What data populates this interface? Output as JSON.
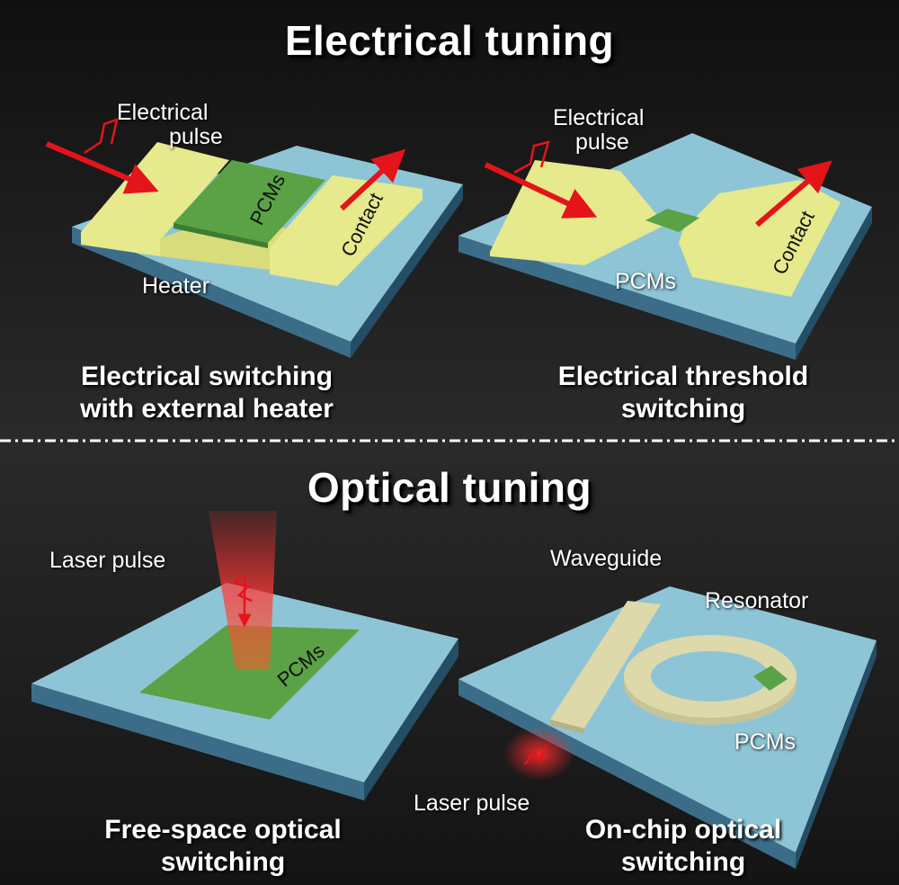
{
  "sections": {
    "electrical_title": "Electrical tuning",
    "optical_title": "Optical tuning"
  },
  "panels": {
    "heater": {
      "pulse_label_line1": "Electrical",
      "pulse_label_line2": "pulse",
      "pcm_label": "PCMs",
      "contact_label": "Contact",
      "heater_label": "Heater",
      "caption_line1": "Electrical switching",
      "caption_line2": "with external heater"
    },
    "threshold": {
      "pulse_label_line1": "Electrical",
      "pulse_label_line2": "pulse",
      "pcm_label": "PCMs",
      "contact_label": "Contact",
      "caption_line1": "Electrical threshold",
      "caption_line2": "switching"
    },
    "free_space": {
      "laser_label": "Laser pulse",
      "pcm_label": "PCMs",
      "caption_line1": "Free-space optical",
      "caption_line2": "switching"
    },
    "on_chip": {
      "waveguide_label": "Waveguide",
      "resonator_label": "Resonator",
      "pcm_label": "PCMs",
      "laser_label": "Laser pulse",
      "caption_line1": "On-chip optical",
      "caption_line2": "switching"
    }
  },
  "colors": {
    "substrate": "#8ec5d6",
    "electrode": "#e6e98c",
    "pcm": "#5aa245",
    "arrow": "#e4141b",
    "waveguide": "#ddd9ab"
  }
}
